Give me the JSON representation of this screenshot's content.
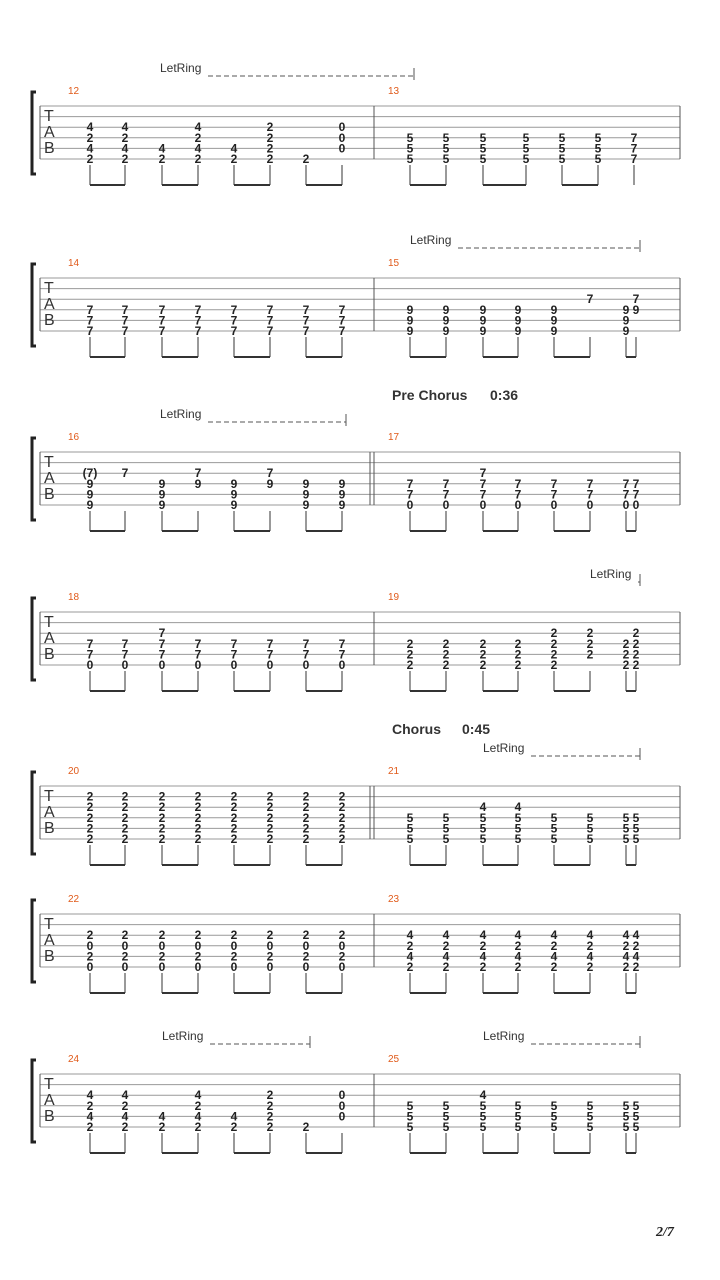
{
  "page_number": "2/7",
  "tab_clef": [
    "T",
    "A",
    "B"
  ],
  "let_ring_label": "LetRing",
  "systems": [
    {
      "letrings": [
        {
          "label": "LetRing",
          "from": 0,
          "to": 8
        }
      ],
      "bars": [
        {
          "number": "12",
          "beats": [
            [
              "4",
              "2",
              "4",
              "2"
            ],
            [
              "4",
              "2",
              "4",
              "2"
            ],
            [
              "",
              "",
              "4",
              "2"
            ],
            [
              "4",
              "2",
              "4",
              "2"
            ],
            [
              "",
              "",
              "4",
              "2"
            ],
            [
              "2",
              "2",
              "2",
              "2"
            ],
            [
              "",
              "",
              "",
              "2"
            ],
            [
              "0",
              "0",
              "0",
              ""
            ]
          ]
        },
        {
          "number": "13",
          "beats": [
            [
              "",
              "5",
              "5",
              "5"
            ],
            [
              "",
              "5",
              "5",
              "5"
            ],
            [
              "",
              "5",
              "5",
              "5"
            ],
            [
              "",
              "5",
              "5",
              "5"
            ],
            [
              "",
              "5",
              "5",
              "5"
            ],
            [
              "",
              "5",
              "5",
              "5"
            ],
            [
              "",
              "7",
              "7",
              "7"
            ]
          ]
        }
      ]
    },
    {
      "letrings": [
        {
          "label": "LetRing",
          "from": 8,
          "to": 15
        }
      ],
      "bars": [
        {
          "number": "14",
          "beats": [
            [
              "",
              "7",
              "7",
              "7"
            ],
            [
              "",
              "7",
              "7",
              "7"
            ],
            [
              "",
              "7",
              "7",
              "7"
            ],
            [
              "",
              "7",
              "7",
              "7"
            ],
            [
              "",
              "7",
              "7",
              "7"
            ],
            [
              "",
              "7",
              "7",
              "7"
            ],
            [
              "",
              "7",
              "7",
              "7"
            ],
            [
              "",
              "7",
              "7",
              "7"
            ]
          ]
        },
        {
          "number": "15",
          "beats": [
            [
              "",
              "9",
              "9",
              "9"
            ],
            [
              "",
              "9",
              "9",
              "9"
            ],
            [
              "",
              "9",
              "9",
              "9"
            ],
            [
              "",
              "9",
              "9",
              "9"
            ],
            [
              "",
              "9",
              "9",
              "9"
            ],
            [
              "7",
              "",
              "",
              ""
            ],
            [
              "",
              "9",
              "9",
              "9"
            ],
            [
              "7",
              "9",
              "",
              ""
            ]
          ]
        }
      ]
    },
    {
      "section": {
        "label": "Pre Chorus",
        "time": "0:36"
      },
      "letrings": [
        {
          "label": "LetRing",
          "from": 0,
          "to": 7
        }
      ],
      "bars": [
        {
          "number": "16",
          "beats": [
            [
              "(7)",
              "9",
              "9",
              "9"
            ],
            [
              "7",
              "",
              "",
              ""
            ],
            [
              "",
              "9",
              "9",
              "9"
            ],
            [
              "7",
              "9",
              "",
              ""
            ],
            [
              "",
              "9",
              "9",
              "9"
            ],
            [
              "7",
              "9",
              "",
              ""
            ],
            [
              "",
              "9",
              "9",
              "9"
            ],
            [
              "",
              "9",
              "9",
              "9"
            ]
          ]
        },
        {
          "number": "17",
          "beats": [
            [
              "",
              "7",
              "7",
              "0"
            ],
            [
              "",
              "7",
              "7",
              "0"
            ],
            [
              "7",
              "7",
              "7",
              "0"
            ],
            [
              "",
              "7",
              "7",
              "0"
            ],
            [
              "",
              "7",
              "7",
              "0"
            ],
            [
              "",
              "7",
              "7",
              "0"
            ],
            [
              "",
              "7",
              "7",
              "0"
            ],
            [
              "",
              "7",
              "7",
              "0"
            ]
          ]
        }
      ]
    },
    {
      "letrings": [
        {
          "label": "LetRing",
          "from": 13,
          "to": 15
        }
      ],
      "bars": [
        {
          "number": "18",
          "beats": [
            [
              "",
              "7",
              "7",
              "0"
            ],
            [
              "",
              "7",
              "7",
              "0"
            ],
            [
              "7",
              "7",
              "7",
              "0"
            ],
            [
              "",
              "7",
              "7",
              "0"
            ],
            [
              "",
              "7",
              "7",
              "0"
            ],
            [
              "",
              "7",
              "7",
              "0"
            ],
            [
              "",
              "7",
              "7",
              "0"
            ],
            [
              "",
              "7",
              "7",
              "0"
            ]
          ]
        },
        {
          "number": "19",
          "beats": [
            [
              "",
              "2",
              "2",
              "2"
            ],
            [
              "",
              "2",
              "2",
              "2"
            ],
            [
              "",
              "2",
              "2",
              "2"
            ],
            [
              "",
              "2",
              "2",
              "2"
            ],
            [
              "2",
              "2",
              "2",
              "2"
            ],
            [
              "2",
              "2",
              "2",
              ""
            ],
            [
              "",
              "2",
              "2",
              "2"
            ],
            [
              "2",
              "2",
              "2",
              "2"
            ]
          ]
        }
      ]
    },
    {
      "section": {
        "label": "Chorus",
        "time": "0:45"
      },
      "letrings": [
        {
          "label": "LetRing",
          "from": 10,
          "to": 15
        }
      ],
      "bars": [
        {
          "number": "20",
          "beats": [
            [
              "2",
              "2",
              "2",
              "2",
              "2"
            ],
            [
              "2",
              "2",
              "2",
              "2",
              "2"
            ],
            [
              "2",
              "2",
              "2",
              "2",
              "2"
            ],
            [
              "2",
              "2",
              "2",
              "2",
              "2"
            ],
            [
              "2",
              "2",
              "2",
              "2",
              "2"
            ],
            [
              "2",
              "2",
              "2",
              "2",
              "2"
            ],
            [
              "2",
              "2",
              "2",
              "2",
              "2"
            ],
            [
              "2",
              "2",
              "2",
              "2",
              "2"
            ]
          ]
        },
        {
          "number": "21",
          "beats": [
            [
              "",
              "5",
              "5",
              "5"
            ],
            [
              "",
              "5",
              "5",
              "5"
            ],
            [
              "4",
              "5",
              "5",
              "5"
            ],
            [
              "4",
              "5",
              "5",
              "5"
            ],
            [
              "",
              "5",
              "5",
              "5"
            ],
            [
              "",
              "5",
              "5",
              "5"
            ],
            [
              "",
              "5",
              "5",
              "5"
            ],
            [
              "",
              "5",
              "5",
              "5"
            ]
          ]
        }
      ]
    },
    {
      "letrings": [],
      "bars": [
        {
          "number": "22",
          "beats": [
            [
              "2",
              "0",
              "2",
              "0"
            ],
            [
              "2",
              "0",
              "2",
              "0"
            ],
            [
              "2",
              "0",
              "2",
              "0"
            ],
            [
              "2",
              "0",
              "2",
              "0"
            ],
            [
              "2",
              "0",
              "2",
              "0"
            ],
            [
              "2",
              "0",
              "2",
              "0"
            ],
            [
              "2",
              "0",
              "2",
              "0"
            ],
            [
              "2",
              "0",
              "2",
              "0"
            ]
          ]
        },
        {
          "number": "23",
          "beats": [
            [
              "4",
              "2",
              "4",
              "2"
            ],
            [
              "4",
              "2",
              "4",
              "2"
            ],
            [
              "4",
              "2",
              "4",
              "2"
            ],
            [
              "4",
              "2",
              "4",
              "2"
            ],
            [
              "4",
              "2",
              "4",
              "2"
            ],
            [
              "4",
              "2",
              "4",
              "2"
            ],
            [
              "4",
              "2",
              "4",
              "2"
            ],
            [
              "4",
              "2",
              "4",
              "2"
            ]
          ]
        }
      ]
    },
    {
      "letrings": [
        {
          "label": "LetRing",
          "from": 2,
          "to": 6
        },
        {
          "label": "LetRing",
          "from": 10,
          "to": 15
        }
      ],
      "bars": [
        {
          "number": "24",
          "beats": [
            [
              "4",
              "2",
              "4",
              "2"
            ],
            [
              "4",
              "2",
              "4",
              "2"
            ],
            [
              "",
              "",
              "4",
              "2"
            ],
            [
              "4",
              "2",
              "4",
              "2"
            ],
            [
              "",
              "",
              "4",
              "2"
            ],
            [
              "2",
              "2",
              "2",
              "2"
            ],
            [
              "",
              "",
              "",
              "2"
            ],
            [
              "0",
              "0",
              "0",
              ""
            ]
          ]
        },
        {
          "number": "25",
          "beats": [
            [
              "",
              "5",
              "5",
              "5"
            ],
            [
              "",
              "5",
              "5",
              "5"
            ],
            [
              "4",
              "5",
              "5",
              "5"
            ],
            [
              "",
              "5",
              "5",
              "5"
            ],
            [
              "",
              "5",
              "5",
              "5"
            ],
            [
              "",
              "5",
              "5",
              "5"
            ],
            [
              "",
              "5",
              "5",
              "5"
            ],
            [
              "",
              "5",
              "5",
              "5"
            ]
          ]
        }
      ]
    }
  ]
}
